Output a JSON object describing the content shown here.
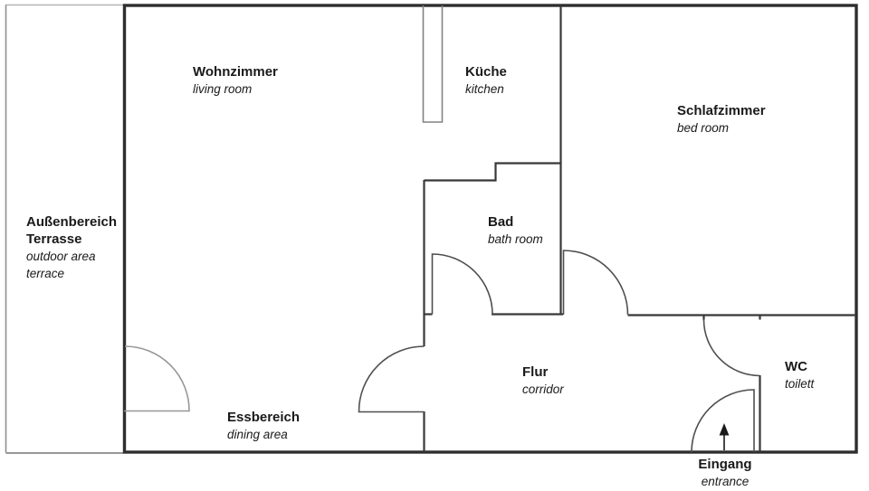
{
  "diagram_type": "apartment floor plan",
  "colors": {
    "background": "#ffffff",
    "outer_wall": "#2e2e2e",
    "interior_wall": "#383838",
    "door_swing": "#4f4f4f",
    "terrace_line": "#8f8f8f",
    "terrace_door": "#979797",
    "kitchen_partition": "#828282",
    "text": "#1a1a1a"
  },
  "rooms": {
    "living": {
      "de": "Wohnzimmer",
      "en": "living room"
    },
    "kitchen": {
      "de": "Küche",
      "en": "kitchen"
    },
    "bedroom": {
      "de": "Schlafzimmer",
      "en": "bed room"
    },
    "outdoor": {
      "de_line1": "Außenbereich",
      "de_line2": "Terrasse",
      "en_line1": "outdoor area",
      "en_line2": "terrace"
    },
    "bath": {
      "de": "Bad",
      "en": "bath room"
    },
    "corridor": {
      "de": "Flur",
      "en": "corridor"
    },
    "dining": {
      "de": "Essbereich",
      "en": "dining area"
    },
    "wc": {
      "de": "WC",
      "en": "toilett"
    },
    "entrance": {
      "de": "Eingang",
      "en": "entrance"
    }
  },
  "icons": {
    "entrance_arrow": "arrow-up"
  }
}
